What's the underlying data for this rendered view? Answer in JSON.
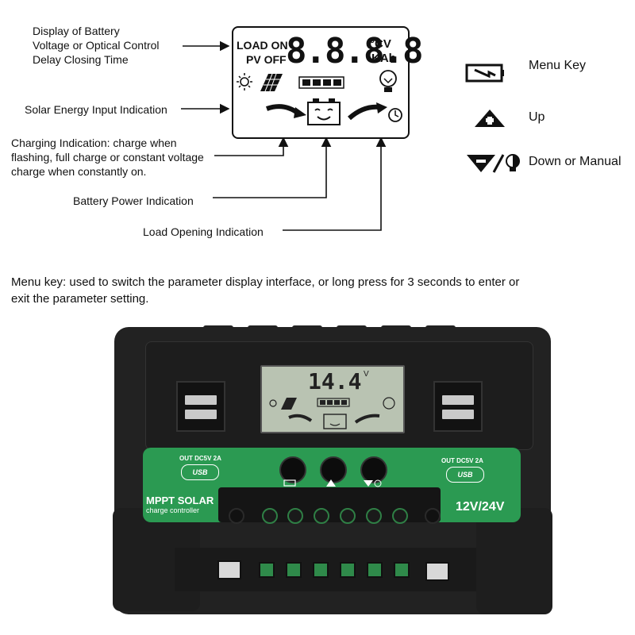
{
  "diagram": {
    "display_label_lines": [
      "Display of Battery",
      "Voltage or Optical Control",
      "Delay Closing Time"
    ],
    "solar_label": "Solar Energy Input Indication",
    "charging_label_lines": [
      "Charging Indication: charge when",
      "flashing, full charge or constant voltage",
      "charge when constantly on."
    ],
    "battery_label": "Battery Power Indication",
    "load_label": "Load Opening Indication",
    "lcd": {
      "load_on": "LOAD ON",
      "pv_off": "PV OFF",
      "digits": "8.8.8.8",
      "unit_top": "°CV",
      "unit_bottom": "KAh"
    }
  },
  "keys": {
    "menu_label": "Menu Key",
    "up_label": "Up",
    "down_label": "Down or Manual"
  },
  "note_lines": [
    "Menu key: used to switch the parameter display interface, or long press for 3 seconds to enter or",
    "exit the parameter setting."
  ],
  "device": {
    "screen_value": "14.4",
    "screen_unit": "V",
    "usb_left_label": "OUT DC5V 2A",
    "usb_right_label": "OUT DC5V 2A",
    "usb_text": "USB",
    "brand_line1": "MPPT SOLAR",
    "brand_line2": "charge controller",
    "voltage": "12V/24V"
  },
  "colors": {
    "device_green": "#2b9a52",
    "device_body": "#222222",
    "lcd_screen": "#b9c3b2"
  }
}
